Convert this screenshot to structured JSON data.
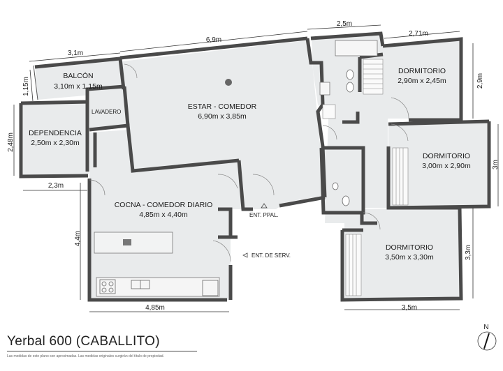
{
  "title": "Yerbal 600 (CABALLITO)",
  "disclaimer": "Las medidas de este plano son aproximadas. Las medidas originales surgirán del título de propiedad.",
  "north": "N",
  "rooms": {
    "balcon": {
      "name": "BALCÓN",
      "size": "3,10m x 1,15m"
    },
    "lavadero": {
      "name": "LAVADERO"
    },
    "dependencia": {
      "name": "DEPENDENCIA",
      "size": "2,50m x 2,30m"
    },
    "estar": {
      "name": "ESTAR - COMEDOR",
      "size": "6,90m x 3,85m"
    },
    "cocina": {
      "name": "COCNA - COMEDOR DIARIO",
      "size": "4,85m x 4,40m"
    },
    "dorm1": {
      "name": "DORMITORIO",
      "size": "2,90m x 2,45m"
    },
    "dorm2": {
      "name": "DORMITORIO",
      "size": "3,00m x 2,90m"
    },
    "dorm3": {
      "name": "DORMITORIO",
      "size": "3,50m x 3,30m"
    }
  },
  "entrances": {
    "main": "ENT. PPAL.",
    "service": "ENT. DE SERV."
  },
  "dimensions": {
    "balcon_w": "3,1m",
    "balcon_h": "1,15m",
    "estar_w": "6,9m",
    "bath_w": "2,5m",
    "dorm1_w": "2,71m",
    "dorm1_h": "2,9m",
    "dep_h": "2,48m",
    "dep_w": "2,3m",
    "dorm2_h": "3m",
    "cocina_h": "4,4m",
    "cocina_w": "4,85m",
    "dorm3_h": "3,3m",
    "dorm3_w": "3,5m"
  },
  "colors": {
    "floor": "#e9ebec",
    "wall": "#4a4a4a"
  }
}
